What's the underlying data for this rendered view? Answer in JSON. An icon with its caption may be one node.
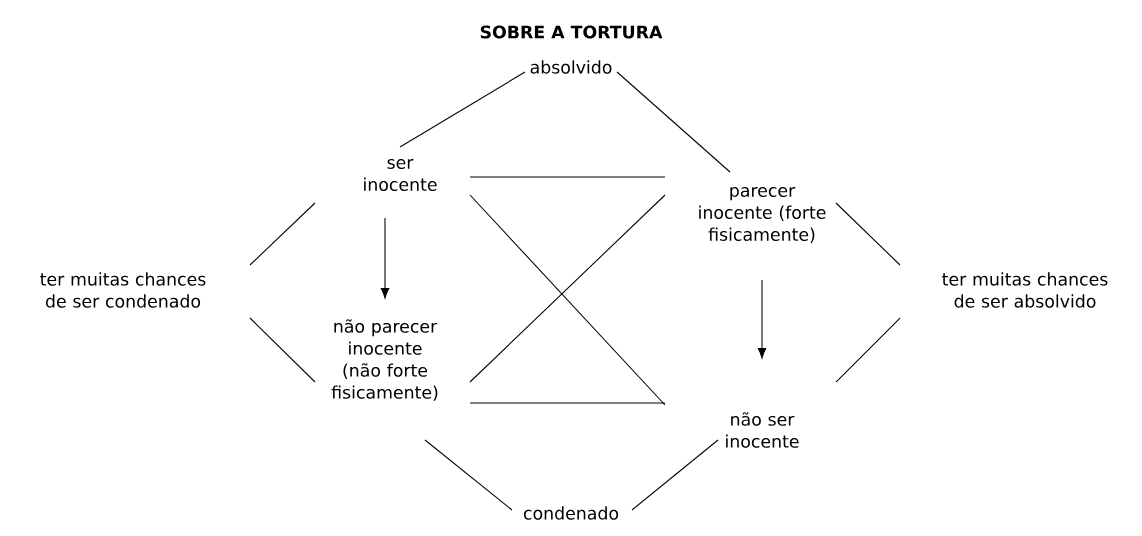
{
  "diagram": {
    "title": "SOBRE A TORTURA",
    "nodes": [
      {
        "text": [
          "absolvido"
        ]
      },
      {
        "text": [
          "ser inocente"
        ]
      },
      {
        "text": [
          "parecer inocente (forte fisicamente)"
        ]
      },
      {
        "text": [
          "ter muitas chances de ser condenado"
        ]
      },
      {
        "text": [
          "ter muitas chances de ser absolvido"
        ]
      },
      {
        "text": [
          "não parecer inocente (não forte fisicamente)"
        ]
      },
      {
        "text": [
          "não ser inocente"
        ]
      },
      {
        "text": [
          "condenado"
        ]
      }
    ],
    "edges": [
      {
        "from": 0,
        "to": 1,
        "arrow": "none"
      },
      {
        "from": 0,
        "to": 2,
        "arrow": "none"
      },
      {
        "from": 1,
        "to": 2,
        "arrow": "none"
      },
      {
        "from": 1,
        "to": 6,
        "arrow": "none"
      },
      {
        "from": 2,
        "to": 5,
        "arrow": "none"
      },
      {
        "from": 5,
        "to": 6,
        "arrow": "none"
      },
      {
        "from": 1,
        "to": 5,
        "arrow": "to"
      },
      {
        "from": 2,
        "to": 6,
        "arrow": "to"
      },
      {
        "from": 3,
        "to": 1,
        "arrow": "none"
      },
      {
        "from": 3,
        "to": 5,
        "arrow": "none"
      },
      {
        "from": 4,
        "to": 2,
        "arrow": "none"
      },
      {
        "from": 4,
        "to": 6,
        "arrow": "none"
      },
      {
        "from": 5,
        "to": 7,
        "arrow": "none"
      },
      {
        "from": 6,
        "to": 7,
        "arrow": "none"
      }
    ]
  }
}
